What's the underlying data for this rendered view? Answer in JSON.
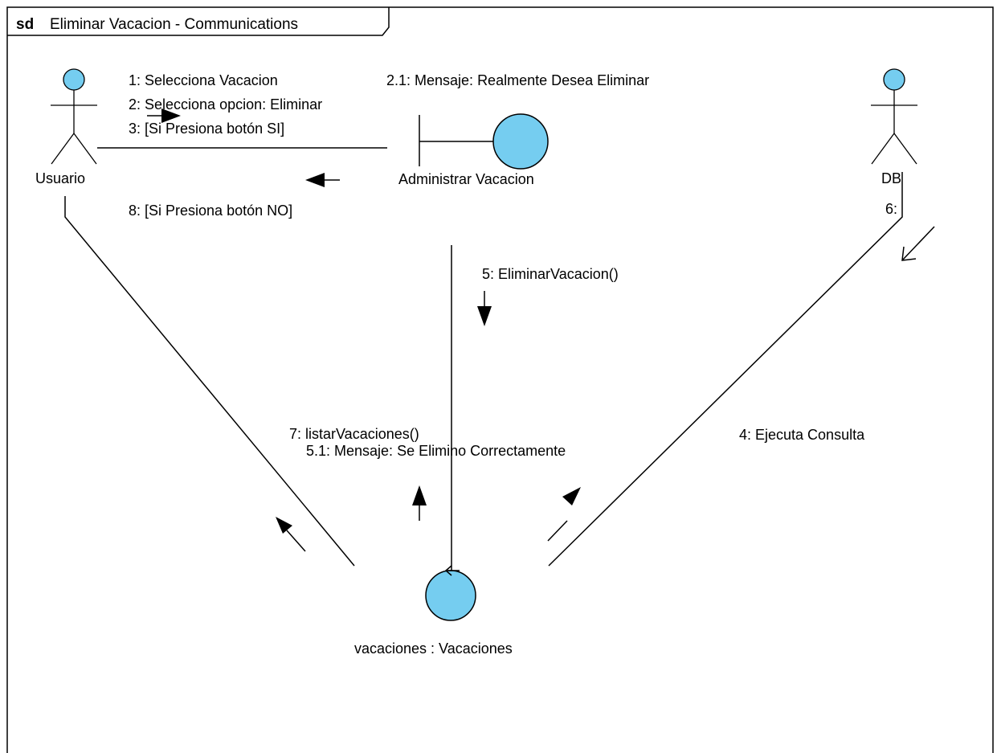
{
  "frame": {
    "keyword": "sd",
    "title": "Eliminar Vacacion - Communications"
  },
  "actors": {
    "usuario": {
      "name": "Usuario"
    },
    "db": {
      "name": "DB"
    }
  },
  "objects": {
    "boundary": {
      "name": "Administrar Vacacion"
    },
    "entity": {
      "name": "vacaciones : Vacaciones"
    }
  },
  "messages": {
    "m1": "1: Selecciona Vacacion",
    "m2": "2: Selecciona opcion: Eliminar",
    "m3": "3: [Si Presiona botón  SI]",
    "m21": "2.1: Mensaje: Realmente Desea Eliminar",
    "m8": "8: [Si Presiona botón NO]",
    "m6": "6:",
    "m5": "5: EliminarVacacion()",
    "m7": "7: listarVacaciones()",
    "m51": "5.1: Mensaje: Se Elimino Correctamente",
    "m4": "4: Ejecuta Consulta"
  },
  "colors": {
    "fill": "#75CDF0",
    "line": "#000000",
    "background": "#FFFFFF"
  }
}
